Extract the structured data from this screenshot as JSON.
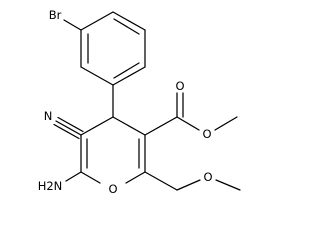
{
  "labels": {
    "bromine": "Br",
    "nitrile_nitrogen": "N",
    "amine": "H2N",
    "ring_oxygen": "O",
    "ester_carbonyl_oxygen": "O",
    "ester_alkoxy_oxygen": "O",
    "ether_oxygen": "O"
  }
}
